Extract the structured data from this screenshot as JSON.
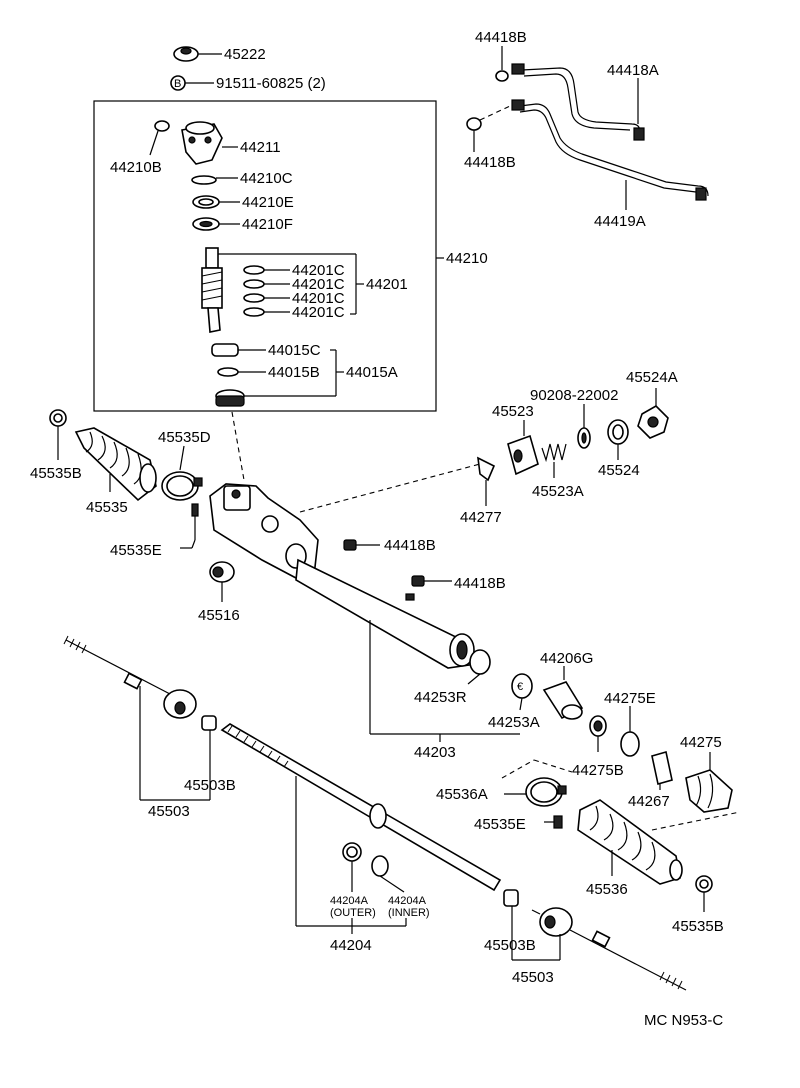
{
  "labels": {
    "p45222": "45222",
    "p91511": "91511-60825 (2)",
    "p44211": "44211",
    "p44210B": "44210B",
    "p44210C": "44210C",
    "p44210E": "44210E",
    "p44210F": "44210F",
    "p44210": "44210",
    "p44201C_1": "44201C",
    "p44201C_2": "44201C",
    "p44201C_3": "44201C",
    "p44201C_4": "44201C",
    "p44201": "44201",
    "p44015C": "44015C",
    "p44015B": "44015B",
    "p44015A": "44015A",
    "p44418B_top": "44418B",
    "p44418A": "44418A",
    "p44418B_mid": "44418B",
    "p44419A": "44419A",
    "p45535D": "45535D",
    "p45535B_left": "45535B",
    "p45535": "45535",
    "p45535E_left": "45535E",
    "p45516": "45516",
    "p44418B_r1": "44418B",
    "p44418B_r2": "44418B",
    "p45523": "45523",
    "p90208": "90208-22002",
    "p45524A": "45524A",
    "p45524": "45524",
    "p45523A": "45523A",
    "p44277": "44277",
    "p44206G": "44206G",
    "p44253R": "44253R",
    "p44253A": "44253A",
    "p44203": "44203",
    "p44275E": "44275E",
    "p44275": "44275",
    "p44275B": "44275B",
    "p44267": "44267",
    "p45536A": "45536A",
    "p45535E_right": "45535E",
    "p45536": "45536",
    "p45535B_right": "45535B",
    "p45503B_left": "45503B",
    "p45503_left": "45503",
    "p44204A_outer": "44204A",
    "p44204A_outer_note": "(OUTER)",
    "p44204A_inner": "44204A",
    "p44204A_inner_note": "(INNER)",
    "p44204": "44204",
    "p45503B_right": "45503B",
    "p45503_right": "45503",
    "footer": "MC  N953-C"
  }
}
